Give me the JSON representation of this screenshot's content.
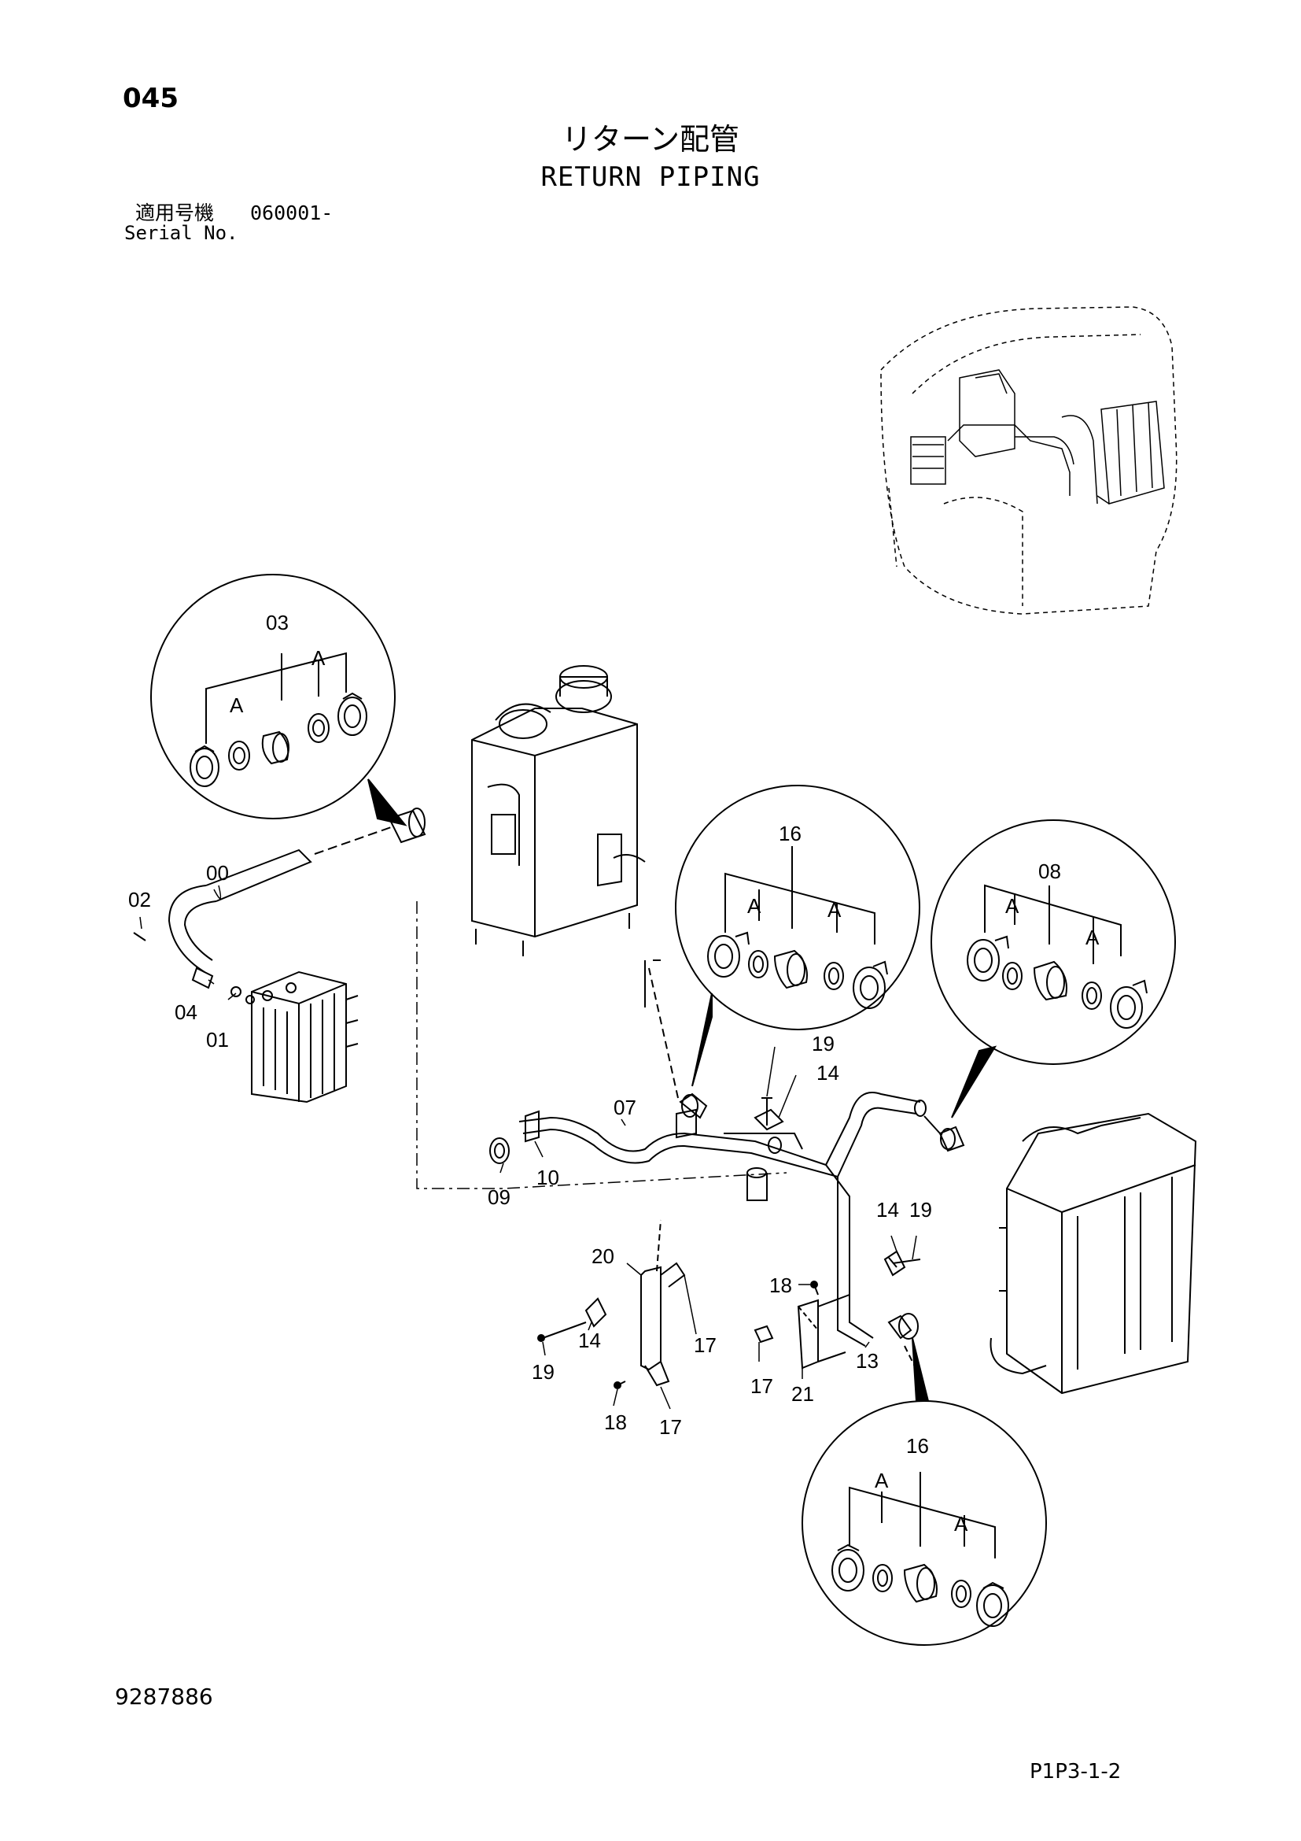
{
  "header": {
    "page_number": "045",
    "title_jp": "リターン配管",
    "title_en": "RETURN PIPING",
    "serial_label_jp": "適用号機",
    "serial_value": "060001-",
    "serial_label_en": "Serial No."
  },
  "footer": {
    "doc_number": "9287886",
    "page_code": "P1P3-1-2"
  },
  "callouts": [
    {
      "id": "c03",
      "text": "03"
    },
    {
      "id": "c03a1",
      "text": "A"
    },
    {
      "id": "c03a2",
      "text": "A"
    },
    {
      "id": "c16a",
      "text": "16"
    },
    {
      "id": "c16a_a1",
      "text": "A"
    },
    {
      "id": "c16a_a2",
      "text": "A"
    },
    {
      "id": "c08",
      "text": "08"
    },
    {
      "id": "c08a1",
      "text": "A"
    },
    {
      "id": "c08a2",
      "text": "A"
    },
    {
      "id": "c16b",
      "text": "16"
    },
    {
      "id": "c16b_a1",
      "text": "A"
    },
    {
      "id": "c16b_a2",
      "text": "A"
    },
    {
      "id": "c00",
      "text": "00"
    },
    {
      "id": "c02",
      "text": "02"
    },
    {
      "id": "c04",
      "text": "04"
    },
    {
      "id": "c01",
      "text": "01"
    },
    {
      "id": "c07",
      "text": "07"
    },
    {
      "id": "c09",
      "text": "09"
    },
    {
      "id": "c10",
      "text": "10"
    },
    {
      "id": "c19a",
      "text": "19"
    },
    {
      "id": "c14a",
      "text": "14"
    },
    {
      "id": "c14b",
      "text": "14"
    },
    {
      "id": "c19b",
      "text": "19"
    },
    {
      "id": "c18a",
      "text": "18"
    },
    {
      "id": "c20",
      "text": "20"
    },
    {
      "id": "c17a",
      "text": "17"
    },
    {
      "id": "c14c",
      "text": "14"
    },
    {
      "id": "c19c",
      "text": "19"
    },
    {
      "id": "c18b",
      "text": "18"
    },
    {
      "id": "c17b",
      "text": "17"
    },
    {
      "id": "c17c",
      "text": "17"
    },
    {
      "id": "c21",
      "text": "21"
    },
    {
      "id": "c13",
      "text": "13"
    }
  ]
}
